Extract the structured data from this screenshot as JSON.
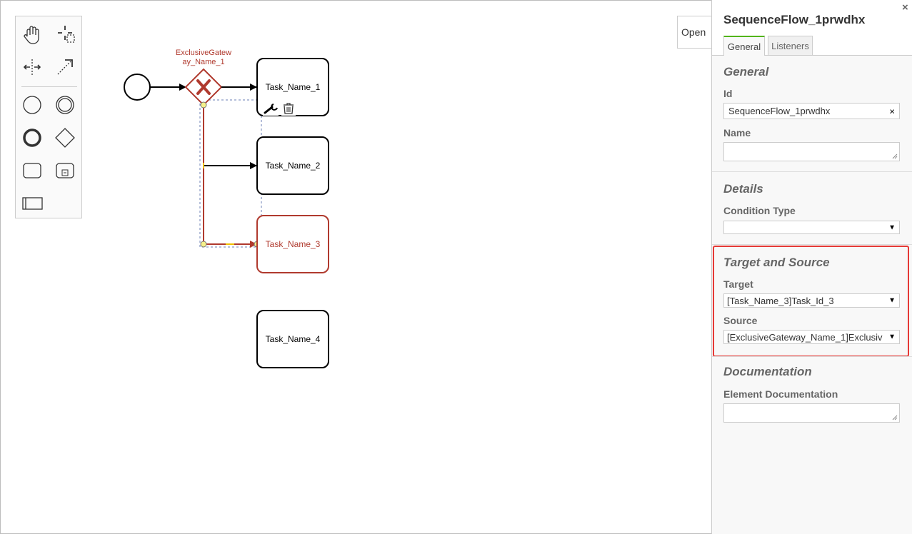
{
  "toolbar": {
    "open_label": "Open"
  },
  "palette": {
    "tools": [
      "hand-tool",
      "lasso-tool",
      "space-tool",
      "global-connect-tool"
    ],
    "shapes": [
      "start-event",
      "intermediate-event",
      "end-event",
      "gateway",
      "task",
      "subprocess",
      "pool"
    ]
  },
  "diagram": {
    "gateway_label_line1": "ExclusiveGatew",
    "gateway_label_line2": "ay_Name_1",
    "task1": "Task_Name_1",
    "task2": "Task_Name_2",
    "task3": "Task_Name_3",
    "task4": "Task_Name_4",
    "selected_color": "#b03a2e",
    "highlight_color": "#ff0000"
  },
  "panel": {
    "title": "SequenceFlow_1prwdhx",
    "close_icon": "×",
    "tabs": [
      "General",
      "Listeners"
    ],
    "general": {
      "group_title": "General",
      "id_label": "Id",
      "id_value": "SequenceFlow_1prwdhx",
      "clear_icon": "×",
      "name_label": "Name",
      "name_value": ""
    },
    "details": {
      "group_title": "Details",
      "condition_type_label": "Condition Type",
      "condition_type_value": ""
    },
    "target_source": {
      "group_title": "Target and Source",
      "target_label": "Target",
      "target_value": "[Task_Name_3]Task_Id_3",
      "source_label": "Source",
      "source_value": "[ExclusiveGateway_Name_1]Exclusiv",
      "highlight_color": "#e53935"
    },
    "documentation": {
      "group_title": "Documentation",
      "element_doc_label": "Element Documentation",
      "element_doc_value": ""
    },
    "select_arrow": "▼"
  }
}
